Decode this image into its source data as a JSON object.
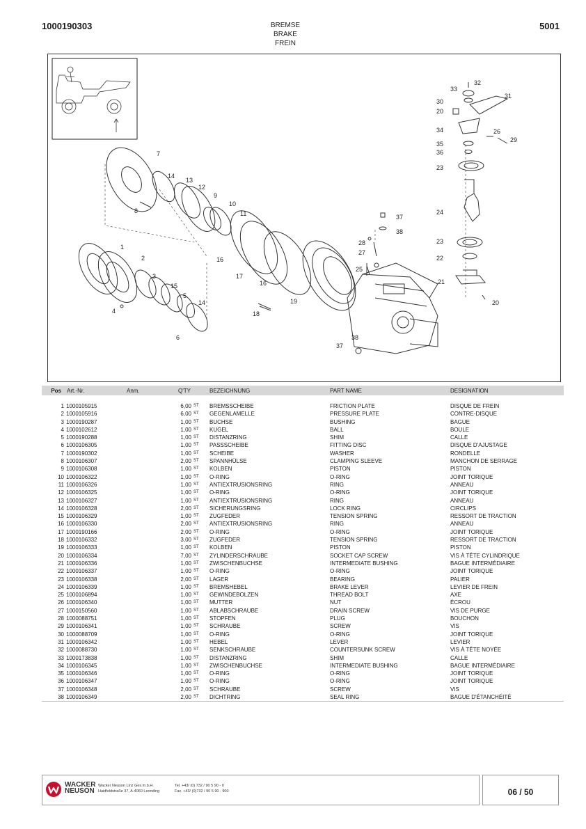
{
  "header": {
    "document_number": "1000190303",
    "titles": [
      "BREMSE",
      "BRAKE",
      "FREIN"
    ],
    "page_code": "5001"
  },
  "diagram": {
    "callouts": [
      "1",
      "2",
      "3",
      "4",
      "5",
      "6",
      "7",
      "8",
      "9",
      "10",
      "11",
      "12",
      "13",
      "14",
      "14",
      "15",
      "16",
      "16",
      "17",
      "18",
      "19",
      "20",
      "20",
      "21",
      "22",
      "23",
      "23",
      "24",
      "25",
      "26",
      "27",
      "28",
      "29",
      "30",
      "31",
      "32",
      "33",
      "34",
      "35",
      "36",
      "37",
      "37",
      "38",
      "38"
    ]
  },
  "table": {
    "columns": [
      "Pos",
      "Art.-Nr.",
      "Anm.",
      "Q'TY",
      "BEZEICHNUNG",
      "PART NAME",
      "DESIGNATION"
    ],
    "rows": [
      [
        "1",
        "1000105915",
        "6,00",
        "ST",
        "BREMSSCHEIBE",
        "FRICTION PLATE",
        "DISQUE DE FREIN"
      ],
      [
        "2",
        "1000105916",
        "6,00",
        "ST",
        "GEGENLAMELLE",
        "PRESSURE PLATE",
        "CONTRE-DISQUE"
      ],
      [
        "3",
        "1000190287",
        "1,00",
        "ST",
        "BUCHSE",
        "BUSHING",
        "BAGUE"
      ],
      [
        "4",
        "1000102612",
        "1,00",
        "ST",
        "KUGEL",
        "BALL",
        "BOULE"
      ],
      [
        "5",
        "1000190288",
        "1,00",
        "ST",
        "DISTANZRING",
        "SHIM",
        "CALLE"
      ],
      [
        "6",
        "1000106305",
        "1,00",
        "ST",
        "PASSSCHEIBE",
        "FITTING DISC",
        "DISQUE D'AJUSTAGE"
      ],
      [
        "7",
        "1000190302",
        "1,00",
        "ST",
        "SCHEIBE",
        "WASHER",
        "RONDELLE"
      ],
      [
        "8",
        "1000106307",
        "2,00",
        "ST",
        "SPANNHÜLSE",
        "CLAMPING SLEEVE",
        "MANCHON DE SERRAGE"
      ],
      [
        "9",
        "1000106308",
        "1,00",
        "ST",
        "KOLBEN",
        "PISTON",
        "PISTON"
      ],
      [
        "10",
        "1000106322",
        "1,00",
        "ST",
        "O-RING",
        "O-RING",
        "JOINT TORIQUE"
      ],
      [
        "11",
        "1000106326",
        "1,00",
        "ST",
        "ANTIEXTRUSIONSRING",
        "RING",
        "ANNEAU"
      ],
      [
        "12",
        "1000106325",
        "1,00",
        "ST",
        "O-RING",
        "O-RING",
        "JOINT TORIQUE"
      ],
      [
        "13",
        "1000106327",
        "1,00",
        "ST",
        "ANTIEXTRUSIONSRING",
        "RING",
        "ANNEAU"
      ],
      [
        "14",
        "1000106328",
        "2,00",
        "ST",
        "SICHERUNGSRING",
        "LOCK RING",
        "CIRCLIPS"
      ],
      [
        "15",
        "1000106329",
        "1,00",
        "ST",
        "ZUGFEDER",
        "TENSION SPRING",
        "RESSORT DE TRACTION"
      ],
      [
        "16",
        "1000106330",
        "2,00",
        "ST",
        "ANTIEXTRUSIONSRING",
        "RING",
        "ANNEAU"
      ],
      [
        "17",
        "1000190166",
        "2,00",
        "ST",
        "O-RING",
        "O-RING",
        "JOINT TORIQUE"
      ],
      [
        "18",
        "1000106332",
        "3,00",
        "ST",
        "ZUGFEDER",
        "TENSION SPRING",
        "RESSORT DE TRACTION"
      ],
      [
        "19",
        "1000106333",
        "1,00",
        "ST",
        "KOLBEN",
        "PISTON",
        "PISTON"
      ],
      [
        "20",
        "1000106334",
        "7,00",
        "ST",
        "ZYLINDERSCHRAUBE",
        "SOCKET CAP SCREW",
        "VIS À TÊTE CYLINDRIQUE"
      ],
      [
        "21",
        "1000106336",
        "1,00",
        "ST",
        "ZWISCHENBUCHSE",
        "INTERMEDIATE BUSHING",
        "BAGUE INTERMÉDIAIRE"
      ],
      [
        "22",
        "1000106337",
        "1,00",
        "ST",
        "O-RING",
        "O-RING",
        "JOINT TORIQUE"
      ],
      [
        "23",
        "1000106338",
        "2,00",
        "ST",
        "LAGER",
        "BEARING",
        "PALIER"
      ],
      [
        "24",
        "1000106339",
        "1,00",
        "ST",
        "BREMSHEBEL",
        "BRAKE LEVER",
        "LEVIER DE FREIN"
      ],
      [
        "25",
        "1000106894",
        "1,00",
        "ST",
        "GEWINDEBOLZEN",
        "THREAD BOLT",
        "AXE"
      ],
      [
        "26",
        "1000106340",
        "1,00",
        "ST",
        "MUTTER",
        "NUT",
        "ÉCROU"
      ],
      [
        "27",
        "1000150560",
        "1,00",
        "ST",
        "ABLABSCHRAUBE",
        "DRAIN SCREW",
        "VIS DE PURGE"
      ],
      [
        "28",
        "1000088751",
        "1,00",
        "ST",
        "STOPFEN",
        "PLUG",
        "BOUCHON"
      ],
      [
        "29",
        "1000106341",
        "1,00",
        "ST",
        "SCHRAUBE",
        "SCREW",
        "VIS"
      ],
      [
        "30",
        "1000088709",
        "1,00",
        "ST",
        "O-RING",
        "O-RING",
        "JOINT TORIQUE"
      ],
      [
        "31",
        "1000106342",
        "1,00",
        "ST",
        "HEBEL",
        "LEVER",
        "LEVIER"
      ],
      [
        "32",
        "1000088730",
        "1,00",
        "ST",
        "SENKSCHRAUBE",
        "COUNTERSUNK SCREW",
        "VIS À TÊTE NOYÉE"
      ],
      [
        "33",
        "1000173838",
        "1,00",
        "ST",
        "DISTANZRING",
        "SHIM",
        "CALLE"
      ],
      [
        "34",
        "1000106345",
        "1,00",
        "ST",
        "ZWISCHENBUCHSE",
        "INTERMEDIATE BUSHING",
        "BAGUE INTERMÉDIAIRE"
      ],
      [
        "35",
        "1000106346",
        "1,00",
        "ST",
        "O-RING",
        "O-RING",
        "JOINT TORIQUE"
      ],
      [
        "36",
        "1000106347",
        "1,00",
        "ST",
        "O-RING",
        "O-RING",
        "JOINT TORIQUE"
      ],
      [
        "37",
        "1000106348",
        "2,00",
        "ST",
        "SCHRAUBE",
        "SCREW",
        "VIS"
      ],
      [
        "38",
        "1000106349",
        "2,00",
        "ST",
        "DICHTRING",
        "SEAL RING",
        "BAGUE D'ÉTANCHÉITÉ"
      ]
    ]
  },
  "footer": {
    "brand_line1": "WACKER",
    "brand_line2": "NEUSON",
    "address_line1": "Wacker Neuson Linz  Ges.m.b.H.",
    "address_line2": "Haidfeldstraße 37, A-4060 Leonding",
    "tel": "Tel. +43/ (0) 732 / 90 5 90 - 0",
    "fax": "Fax. +43/ (0)732 / 90 5 90 - 900",
    "page_number": "06 / 50"
  },
  "colors": {
    "header_band": "#d7d7d7",
    "logo_red": "#c8102e",
    "line": "#333333"
  }
}
